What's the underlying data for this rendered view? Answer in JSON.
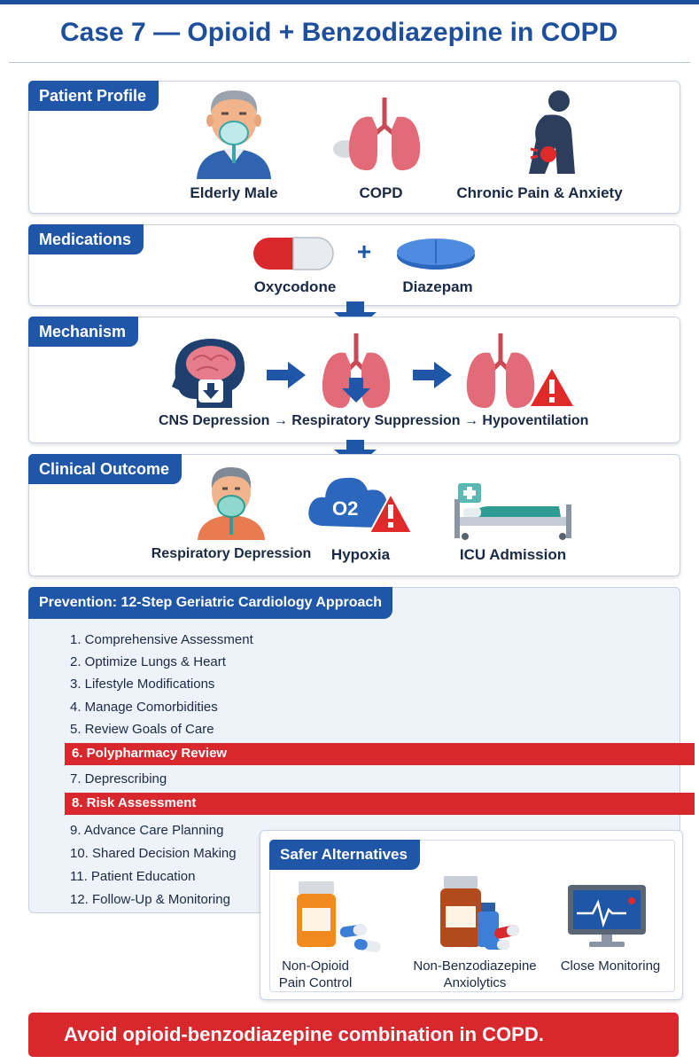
{
  "title": "Case 7 — Opioid + Benzodiazepine in COPD",
  "patient_profile": {
    "heading": "Patient Profile",
    "items": [
      "Elderly Male",
      "COPD",
      "Chronic Pain & Anxiety"
    ]
  },
  "medications": {
    "heading": "Medications",
    "items": [
      "Oxycodone",
      "Diazepam"
    ],
    "plus": "+"
  },
  "mechanism": {
    "heading": "Mechanism",
    "chain": "CNS Depression → Respiratory Suppression → Hypoventilation"
  },
  "clinical_outcome": {
    "heading": "Clinical Outcome",
    "items": [
      "Respiratory Depression",
      "Hypoxia",
      "ICU Admission"
    ],
    "o2_label": "O2"
  },
  "prevention": {
    "heading": "Prevention: 12-Step Geriatric Cardiology Approach",
    "steps": [
      "1. Comprehensive Assessment",
      "2. Optimize Lungs & Heart",
      "3. Lifestyle Modifications",
      "4. Manage Comorbidities",
      "5. Review Goals of Care",
      "6. Polypharmacy Review",
      "7. Deprescribing",
      "8. Risk Assessment",
      "9. Advance Care Planning",
      "10. Shared Decision Making",
      "11. Patient Education",
      "12. Follow-Up & Monitoring"
    ]
  },
  "safer_alternatives": {
    "heading": "Safer Alternatives",
    "items": [
      {
        "line1": "Non-Opioid",
        "line2": "Pain Control"
      },
      {
        "line1": "Non-Benzodiazepine",
        "line2": "Anxiolytics"
      },
      {
        "line1": "Close Monitoring",
        "line2": ""
      }
    ]
  },
  "footer": "Avoid opioid-benzodiazepine combination in COPD.",
  "colors": {
    "blue": "#1f56a8",
    "red": "#d9272e",
    "lung": "#e36a78"
  }
}
